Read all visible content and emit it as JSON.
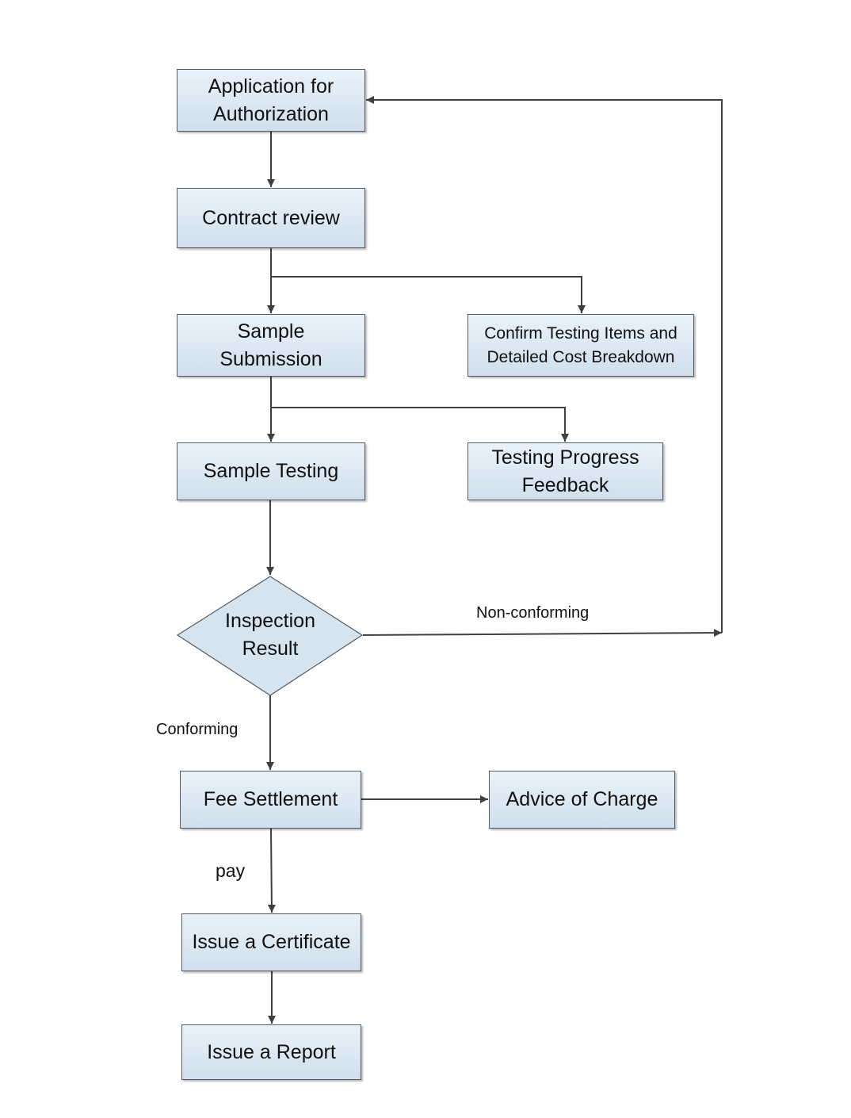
{
  "nodes": {
    "application": "Application for Authorization",
    "contract_review": "Contract review",
    "sample_submission": "Sample Submission",
    "confirm_testing": "Confirm Testing Items and Detailed Cost Breakdown",
    "sample_testing": "Sample Testing",
    "testing_progress": "Testing Progress Feedback",
    "inspection_result": "Inspection Result",
    "fee_settlement": "Fee Settlement",
    "advice_of_charge": "Advice of Charge",
    "issue_certificate": "Issue a Certificate",
    "issue_report": "Issue a Report"
  },
  "edge_labels": {
    "non_conforming": "Non-conforming",
    "conforming": "Conforming",
    "pay": "pay"
  },
  "colors": {
    "box_fill_top": "#eaf2f9",
    "box_fill_bottom": "#d0dfed",
    "box_border": "#555b61",
    "line": "#404040"
  }
}
